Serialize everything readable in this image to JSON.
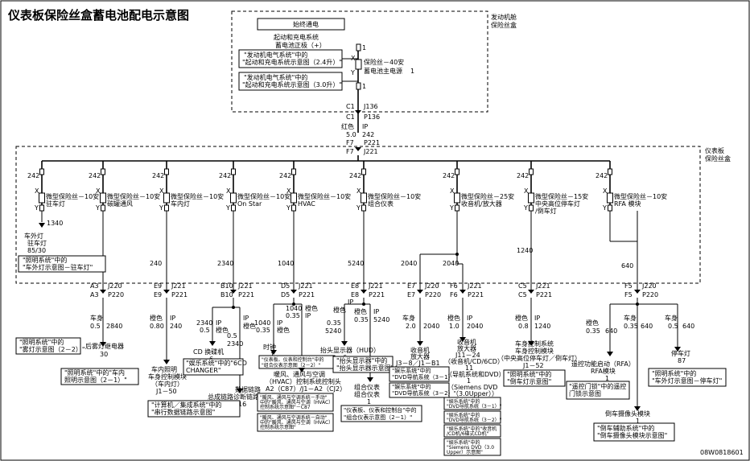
{
  "title": "仪表板保险丝盒蓄电池配电示意图",
  "figure_id": "08W0818601",
  "engine_box": {
    "label_line1": "发动机舱",
    "label_line2": "保险丝盒",
    "hot": "始终通电",
    "source_line1": "起动和充电系统",
    "source_line2": "蓄电池正极（+）",
    "ref1_line1": "\"发动机电气系统\"中的",
    "ref1_line2": "\"起动和充电系统示意图（2.4升）\"",
    "ref2_line1": "\"发动机电气系统\"中的",
    "ref2_line2": "\"起动和充电系统示意图（3.0升）\"",
    "fuse_line1": "保险丝－40安",
    "fuse_line2": "蓄电池主电源",
    "fuse_num": "1",
    "x": "X",
    "y": "Y",
    "conn_c1": "C1",
    "conn_j136": "J136",
    "conn_p136": "P136"
  },
  "feed": {
    "color": "红色",
    "gauge": "5.0",
    "ip": "IP",
    "circuit": "242",
    "f7": "F7",
    "p221": "P221",
    "j221": "J221"
  },
  "ip_box": {
    "label_line1": "仪表板",
    "label_line2": "保险丝盒"
  },
  "branches": [
    {
      "circuit_top": "242",
      "fuse_line1": "微型保险丝－10安",
      "fuse_line2": "驻车灯",
      "out_circuit": "1340",
      "mid_circuit": "2840"
    },
    {
      "circuit_top": "242",
      "fuse_line1": "微型保险丝－10安",
      "fuse_line2": "碳罐通风",
      "mid_circuit": ""
    },
    {
      "circuit_top": "242",
      "fuse_line1": "微型保险丝－10安",
      "fuse_line2": "车内灯",
      "mid_circuit": "240"
    },
    {
      "circuit_top": "242",
      "fuse_line1": "微型保险丝－10安",
      "fuse_line2": "On Star",
      "mid_circuit": "2340"
    },
    {
      "circuit_top": "242",
      "fuse_line1": "微型保险丝－10安",
      "fuse_line2": "HVAC",
      "mid_circuit": "1040"
    },
    {
      "circuit_top": "242",
      "fuse_line1": "微型保险丝－10安",
      "fuse_line2": "组合仪表",
      "mid_circuit": "5240"
    },
    {
      "circuit_top": "242",
      "fuse_line1": "微型保险丝－25安",
      "fuse_line2": "收音机/放大器",
      "mid_circuit": "2040"
    },
    {
      "circuit_top": "242",
      "fuse_line1": "微型保险丝－15安",
      "fuse_line2": "中央高位停车灯",
      "fuse_line3": "/倒车灯",
      "mid_circuit": "1240"
    },
    {
      "circuit_top": "242",
      "fuse_line1": "微型保险丝－10安",
      "fuse_line2": "RFA 模块",
      "mid_circuit": "640"
    }
  ],
  "parking": {
    "label": "车外灯",
    "sub": "驻车灯",
    "num": "85/30",
    "ref_line1": "\"照明系统\"中的",
    "ref_line2": "\"车外灯示意图－驻车灯\""
  },
  "connectors": {
    "a3": "A3",
    "j220": "J220",
    "p220": "P220",
    "e9": "E9",
    "j221": "J221",
    "p221": "P221",
    "b10": "B10",
    "d5": "D5",
    "e8": "E8",
    "e7": "E7",
    "f6": "F6",
    "c5": "C5",
    "f5": "F5"
  },
  "loads": {
    "fog_color": "车身",
    "fog_gauge": "0.5",
    "fog_circuit": "2840",
    "fog_label": "后雾灯继电器",
    "fog_num": "30",
    "fog_ref_line1": "\"照明系统\"中的",
    "fog_ref_line2": "\"雾灯示意图（2－2）\"",
    "courtesy_color": "橙色",
    "courtesy_gauge": "0.80",
    "courtesy_ip": "IP",
    "courtesy_circuit": "240",
    "courtesy_label_line1": "车内照明",
    "courtesy_label_line2": "车身控制模块",
    "courtesy_label_line3": "（车内灯）",
    "courtesy_label_line4": "J1－50",
    "courtesy_ref_line1": "\"照明系统\"中的\"车内",
    "courtesy_ref_line2": "照明示意图（2－1）\"",
    "onstar_circuit_a": "2340",
    "onstar_gauge_a": "0.5",
    "onstar_ip": "IP",
    "onstar_color": "橙色",
    "onstar_gauge_b": "0.5",
    "onstar_circuit_b": "2340",
    "cd_label": "CD 换碟机",
    "cd_num": "6",
    "cd_ref_line1": "\"娱乐系统\"中的\"6CD",
    "cd_ref_line2": "CHANGER\"",
    "dlc_line1": "数据链路",
    "dlc_line2": "总成链路诊断链路（ALDL）",
    "dlc_num": "16",
    "dlc_ref_line1": "\"计算机／集成系统\"中的",
    "dlc_ref_line2": "\"串行数据链路示意图\"",
    "hvac_circuit": "1040",
    "hvac_gauge": "0.35",
    "hvac_ip": "IP",
    "hvac_color": "橙色",
    "clock_label": "时钟",
    "clock_num": "1",
    "clock_ref_line1": "\"仪表板、仪表和控制台\"中的",
    "clock_ref_line2": "\"组合仪表示意图（2－2）\"",
    "hvac2_circuit": "1040",
    "hvac2_gauge": "0.35",
    "hvac2_color": "橙色",
    "hvac2_ip": "IP",
    "hvac_label_line1": "暖风、通风与空调",
    "hvac_label_line2": "（HVAC）控制系统控制头",
    "hvac_label_line3": "A2（C87）/J1－A2（CJ2）",
    "hvac_ref1_line1": "\"暖风、通风与空调系统－手动\"",
    "hvac_ref1_line2": "中的\"暖风、通风与空调（HVAC）",
    "hvac_ref1_line3": "控制系统示意图\"－C87",
    "hvac_ref2_line1": "\"暖风、通风与空调系统－自动\"",
    "hvac_ref2_line2": "中的\"暖风、通风与空调（HVAC）",
    "hvac_ref2_line3": "控制系统示意图\"",
    "hud_gauge": "0.35",
    "hud_circuit": "5240",
    "hud_ip": "IP",
    "hud_color": "橙色",
    "hud_label": "抬头显示器（HUD）",
    "hud_num": "6",
    "hud_ref_line1": "\"抬头显示器\"中的",
    "hud_ref_line2": "\"抬头显示器示意图\"",
    "ic_color": "橙色",
    "ic_gauge": "0.35",
    "ic_ip": "IP",
    "ic_circuit": "5240",
    "ic_label_line1": "组合仪表",
    "ic_label_line2": "组合仪表",
    "ic_num": "1",
    "ic_ref_line1": "\"仪表板、仪表和控制台\"中的",
    "ic_ref_line2": "\"组合仪表示意图（2－1）\"",
    "amp_color": "车身",
    "amp_gauge": "2.0",
    "amp_circuit": "2040",
    "amp_label_line1": "收音机",
    "amp_label_line2": "放大器",
    "amp_label_line3": "J3－8／J1－B1",
    "amp_ref1_line1": "\"娱乐系统\"中的",
    "amp_ref1_line2": "\"DVD导航系统（3－1）\"",
    "amp_ref2_line1": "\"娱乐系统\"中的",
    "amp_ref2_line2": "\"DVD导航系统（3－2）\"",
    "radio_color": "橙色",
    "radio_gauge": "1.0",
    "radio_ip": "IP",
    "radio_circuit": "2040",
    "radio_label_line1": "收音机",
    "radio_label_line2": "放大器",
    "radio_label_line3": "J11－24",
    "radio_label_line4": "（收音机/CD/6CD）",
    "radio_label_line5": "11",
    "radio_label_line6": "（导航系统和DVD）",
    "radio_label_line7": "1",
    "radio_label_line8": "（Siemens DVD",
    "radio_label_line9": "（3.0Upper））",
    "radio_ref1_line1": "\"娱乐系统\"中的",
    "radio_ref1_line2": "\"DVD导航系统（3－1）\"",
    "radio_ref2_line1": "\"娱乐系统\"中的",
    "radio_ref2_line2": "\"DVD导航系统（3－2）\"",
    "radio_ref3_line1": "\"娱乐系统\"中的\"收音机",
    "radio_ref3_line2": "/CD机/6碟式CD机\"",
    "radio_ref4_line1": "\"娱乐系统\"中的",
    "radio_ref4_line2": "\"Siemens DVD（3.0",
    "radio_ref4_line3": "Upper）示意图\"",
    "bcm_color": "橙色",
    "bcm_gauge": "0.8",
    "bcm_ip": "IP",
    "bcm_circuit": "1240",
    "bcm_label_line1": "车身控制系统",
    "bcm_label_line2": "车身控制模块",
    "bcm_label_line3": "（中央高位停车灯／倒车灯）",
    "bcm_label_line4": "J1－52",
    "bcm_ref_line1": "\"照明系统\"中的",
    "bcm_ref_line2": "\"倒车灯示意图\"",
    "rfa_color": "橙色",
    "rfa_gauge": "0.35",
    "rfa_circuit": "640",
    "rfa_label_line1": "遥控功能启动（RFA）",
    "rfa_label_line2": "RFA模块",
    "rfa_label_line3": "1",
    "rfa_ref_line1": "\"遥控门锁\"中的遥控",
    "rfa_ref_line2": "门锁示意图",
    "cam_color": "车身",
    "cam_gauge": "0.35",
    "cam_circuit": "640",
    "cam_label": "倒车摄像头模块",
    "cam_num": "1",
    "cam_ref_line1": "\"倒车辅助系统\"中的",
    "cam_ref_line2": "\"倒车摄像头模块示意图\"",
    "stop_color": "车身",
    "stop_gauge": "0.5",
    "stop_circuit": "640",
    "stop_label": "停车灯",
    "stop_num": "87",
    "stop_ref_line1": "\"照明系统\"中的",
    "stop_ref_line2": "\"车外灯示意图－停车灯\""
  }
}
